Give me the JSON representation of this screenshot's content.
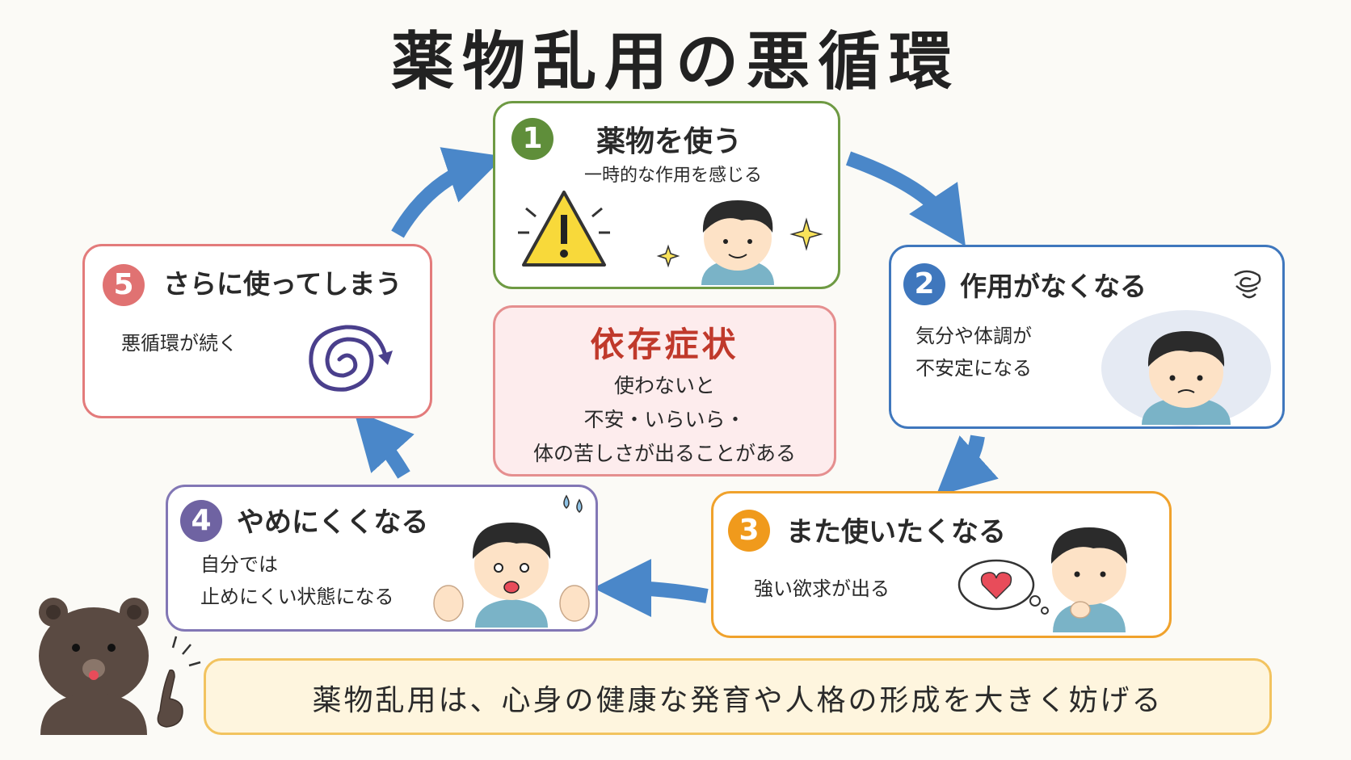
{
  "title": "薬物乱用の悪循環",
  "steps": [
    {
      "number": "1",
      "heading": "薬物を使う",
      "lines": [
        "一時的な作用を感じる"
      ],
      "color": "#5f8e3a"
    },
    {
      "number": "2",
      "heading": "作用がなくなる",
      "lines": [
        "気分や体調が",
        "不安定になる"
      ],
      "color": "#3f77bd"
    },
    {
      "number": "3",
      "heading": "また使いたくなる",
      "lines": [
        "強い欲求が出る"
      ],
      "color": "#f09a1c"
    },
    {
      "number": "4",
      "heading": "やめにくくなる",
      "lines": [
        "自分では",
        "止めにくい状態になる"
      ],
      "color": "#6f63a2"
    },
    {
      "number": "5",
      "heading": "さらに使ってしまう",
      "lines": [
        "悪循環が続く"
      ],
      "color": "#e07272"
    }
  ],
  "center": {
    "heading": "依存症状",
    "lines": [
      "使わないと",
      "不安・いらいら・",
      "体の苦しさが出ることがある"
    ],
    "color": "#c0392b"
  },
  "banner": {
    "text": "薬物乱用は、心身の健康な発育や人格の形成を大きく妨げる"
  },
  "colors": {
    "arrow": "#4a87c9",
    "skin": "#fde2c6",
    "hair": "#2b2b2b",
    "shirt": "#7ab3c7",
    "bear": "#5a4a42",
    "banner_bg": "#fef5de",
    "banner_border": "#f2c35f",
    "center_bg": "#fdeced"
  },
  "icons": [
    "warning-icon",
    "sparkle-icon",
    "dizzy-swirl-icon",
    "spiral-icon",
    "heart-thought-icon",
    "sweat-drop-icon"
  ]
}
